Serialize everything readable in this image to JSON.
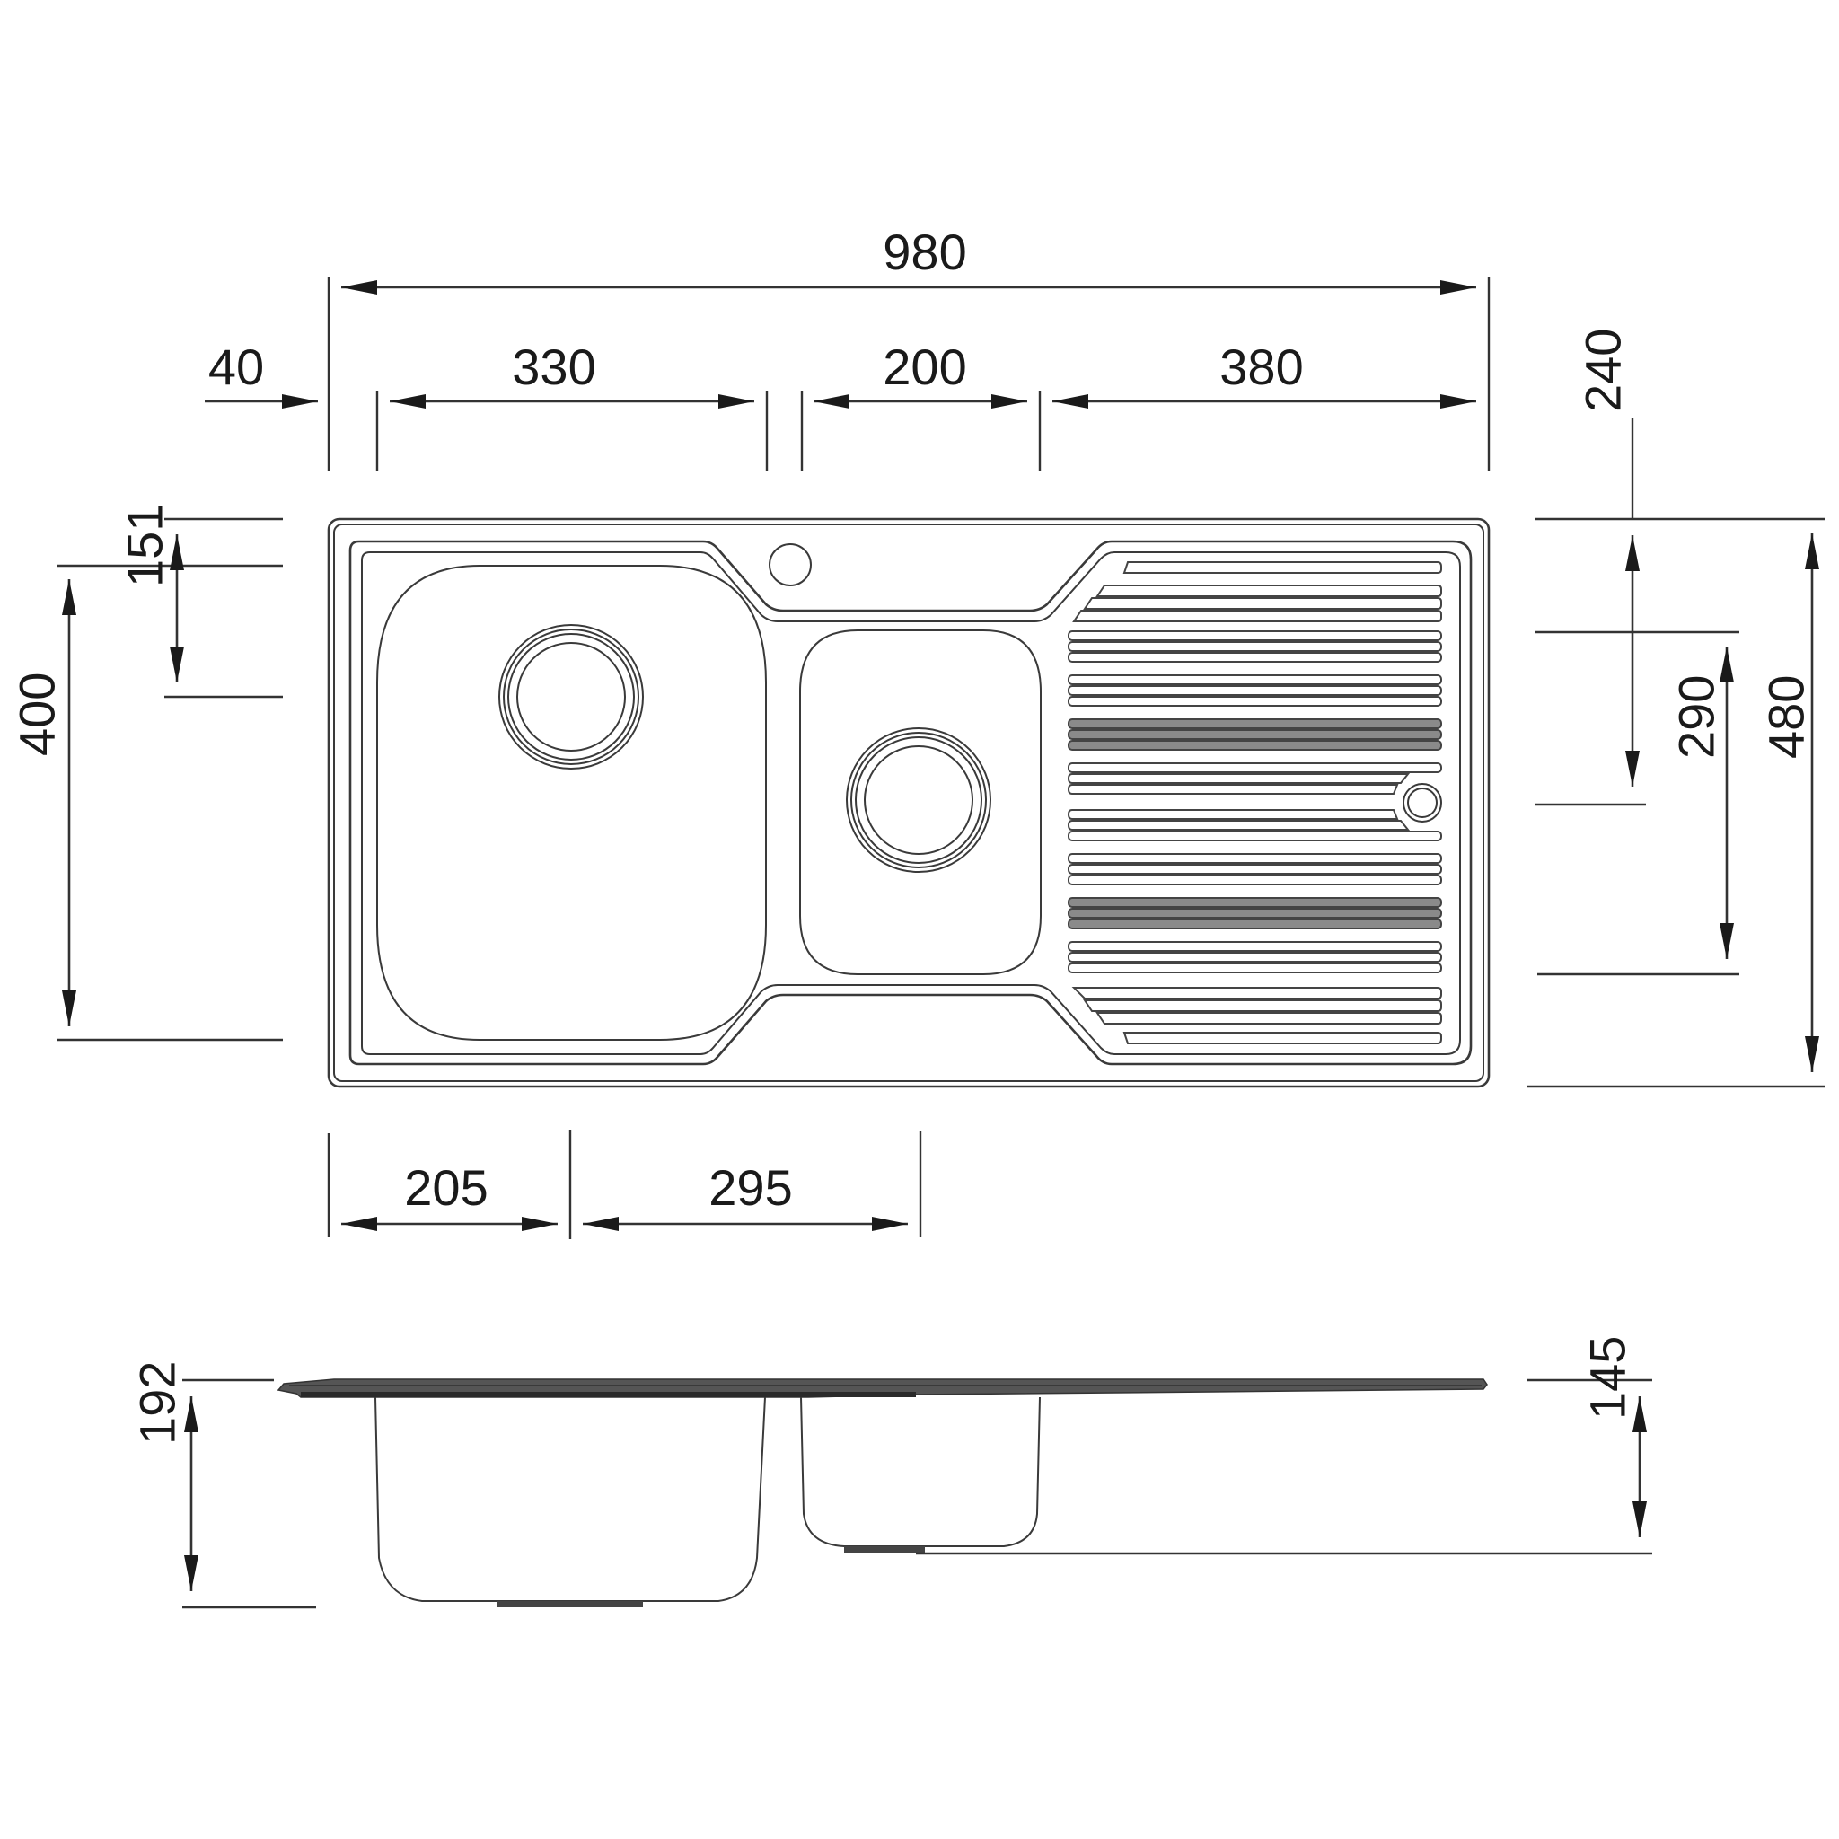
{
  "drawing": {
    "subject": "Kitchen sink with 1 large bowl, 1 small bowl and drainer",
    "units": "mm",
    "colors": {
      "line": "#222222",
      "background": "#ffffff",
      "rib_fill": "#8a8a8a"
    }
  },
  "plan_view": {
    "horizontal_dimensions_top": {
      "overall_width": "980",
      "left_edge_to_bowl": "40",
      "large_bowl_width": "330",
      "small_bowl_width": "200",
      "drainer_width": "380"
    },
    "horizontal_dimensions_bottom": {
      "edge_to_large_waste_center": "205",
      "large_waste_to_small_waste_center": "295"
    },
    "vertical_dimensions_left": {
      "large_bowl_length": "400",
      "back_edge_to_large_waste_center": "151"
    },
    "vertical_dimensions_right": {
      "back_edge_to_small_waste_center": "240",
      "small_bowl_length": "290",
      "overall_depth": "480"
    },
    "features": [
      {
        "name": "tap-hole",
        "icon": "circle"
      },
      {
        "name": "large-bowl-waste",
        "icon": "double-ring"
      },
      {
        "name": "small-bowl-waste",
        "icon": "double-ring"
      },
      {
        "name": "overflow-hole",
        "icon": "ring"
      },
      {
        "name": "drainer-ribs",
        "groups": 9
      }
    ]
  },
  "side_view": {
    "large_bowl_depth": "192",
    "small_bowl_depth": "145"
  }
}
